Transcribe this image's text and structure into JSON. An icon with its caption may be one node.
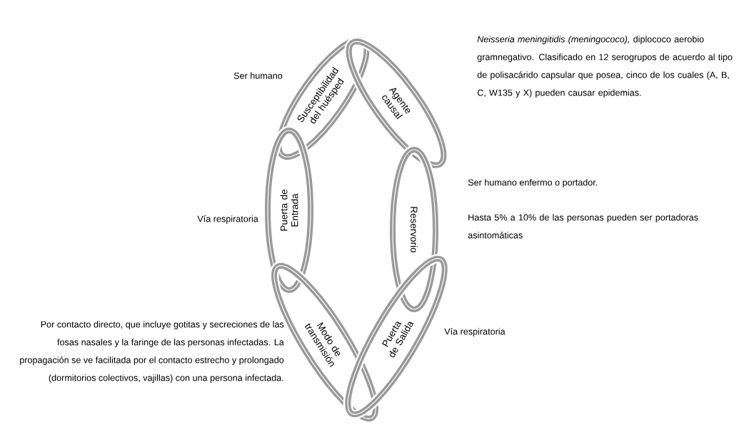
{
  "diagram": {
    "nodes": [
      {
        "text": [
          "Susceptibilidad del huésped"
        ],
        "beside": [
          "Ser humano"
        ]
      },
      {
        "text": [
          "Agente causal"
        ],
        "beside": [
          "*Neisseria meningitidis (meningococo),* diplococo aerobio gramnegativo. Clasificado en 12 serogrupos de acuerdo al tipo de polisacárido capsular que posea, cinco de los cuales (A, B, C, W135 y X) pueden causar epidemias."
        ]
      },
      {
        "text": [
          "Puerta de Entrada"
        ],
        "beside": [
          "Vía respiratoria"
        ]
      },
      {
        "text": [
          "Reservorio"
        ],
        "beside": [
          "Ser humano enfermo o portador.",
          "Hasta 5% a 10% de las personas pueden ser portadoras asintomáticas"
        ]
      },
      {
        "text": [
          "Modo de transmisión"
        ],
        "beside": [
          "Por contacto directo, que incluye gotitas y secreciones de las fosas nasales y la faringe de las personas infectadas. La propagación se ve facilitada por el contacto estrecho y prolongado (dormitorios colectivos, vajillas) con una persona infectada."
        ]
      },
      {
        "text": [
          "Puerta de Salida"
        ],
        "beside": [
          "Vía respiratoria"
        ]
      }
    ]
  }
}
